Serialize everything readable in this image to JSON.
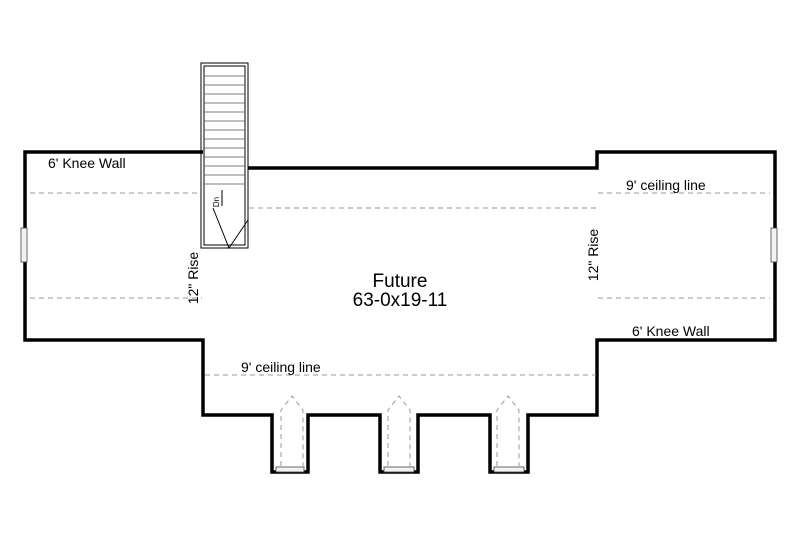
{
  "room": {
    "name": "Future",
    "dimensions": "63-0x19-11"
  },
  "notes": {
    "knee_wall_left": "6' Knee Wall",
    "knee_wall_right": "6' Knee Wall",
    "ceiling_line_right": "9' ceiling line",
    "ceiling_line_bottom": "9' ceiling line",
    "rise_left": "12\" Rise",
    "rise_right": "12\" Rise"
  },
  "stair": {
    "direction_label": "Dn"
  }
}
